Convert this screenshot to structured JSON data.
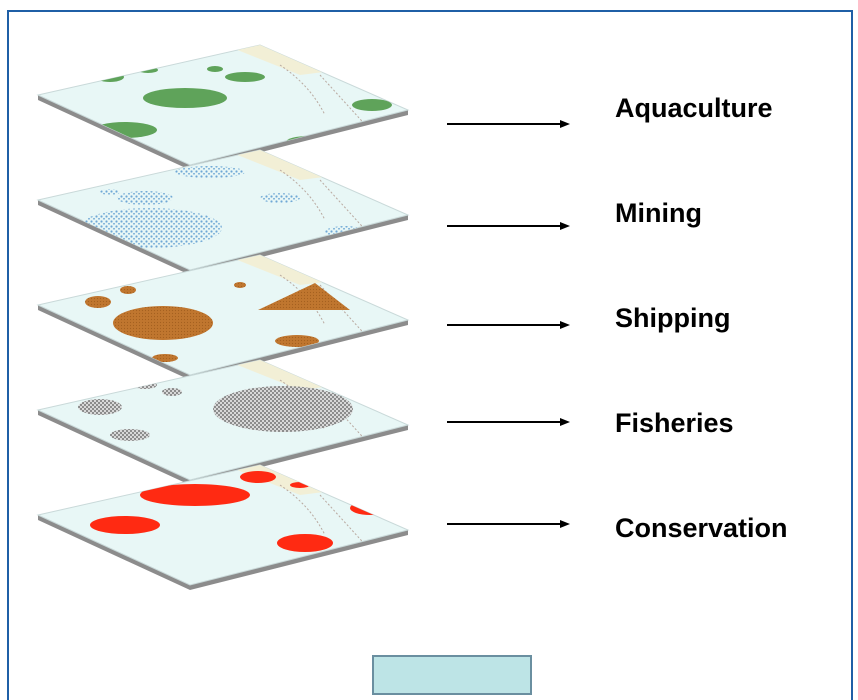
{
  "layers": [
    {
      "label": "Aquaculture",
      "fill": "#5fa35a",
      "pattern": "solid"
    },
    {
      "label": "Mining",
      "fill": "#7fb3d8",
      "pattern": "dots"
    },
    {
      "label": "Shipping",
      "fill": "#c0762f",
      "pattern": "solid-dotted"
    },
    {
      "label": "Fisheries",
      "fill": "#8a8a8a",
      "pattern": "hatch"
    },
    {
      "label": "Conservation",
      "fill": "#ff2a12",
      "pattern": "solid"
    }
  ],
  "colors": {
    "sea": "#e8f7f6",
    "land": "#f2efd6",
    "edge": "#8c8c8c",
    "frame": "#1f5fa6",
    "arrow": "#000000",
    "bottom_box": "#bde4e6"
  }
}
